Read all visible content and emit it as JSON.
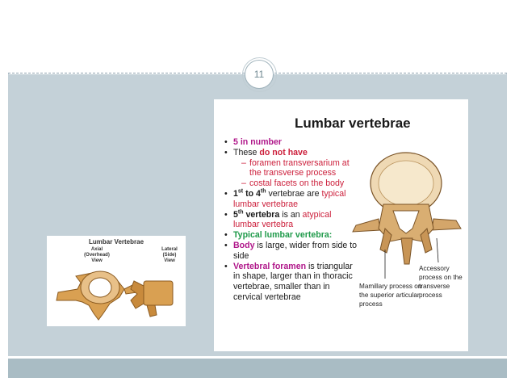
{
  "slide": {
    "page_number": "11"
  },
  "small_figure": {
    "title": "Lumbar Vertebrae",
    "axial_caption": "Axial\n(Overhead)\nView",
    "lateral_caption": "Lateral\n(Side)\nView"
  },
  "main_figure": {
    "title": "Lumbar vertebrae",
    "bullets": {
      "b1": "5 in number",
      "b2_pre": "These ",
      "b2_em": "do not have",
      "sub1": "foramen transversarium at the transverse process",
      "sub2": "costal facets on the body",
      "b3_n1": "1",
      "b3_sup1": "st",
      "b3_to": " to 4",
      "b3_sup2": "th",
      "b3_mid": " vertebrae are ",
      "b3_em": "typical lumbar vertebrae",
      "b4_n": "5",
      "b4_sup": "th",
      "b4_word": " vertebra",
      "b4_mid": " is an ",
      "b4_em": "atypical lumbar vertebra",
      "b5": "Typical lumbar vertebra:",
      "b6_em": "Body",
      "b6_rest": " is large, wider from side to side",
      "b7_em": "Vertebral foramen",
      "b7_rest": " is triangular in shape, larger than in thoracic vertebrae, smaller than in cervical vertebrae"
    },
    "labels": {
      "mamillary": "Mamillary process on the superior articular process",
      "accessory": "Accessory process on the transverse process"
    }
  },
  "colors": {
    "content_band": "#c4d1d8",
    "bottom_bar": "#a9bcc4",
    "magenta": "#b0178a",
    "red": "#cc1f3b",
    "green": "#1f9a4a"
  }
}
